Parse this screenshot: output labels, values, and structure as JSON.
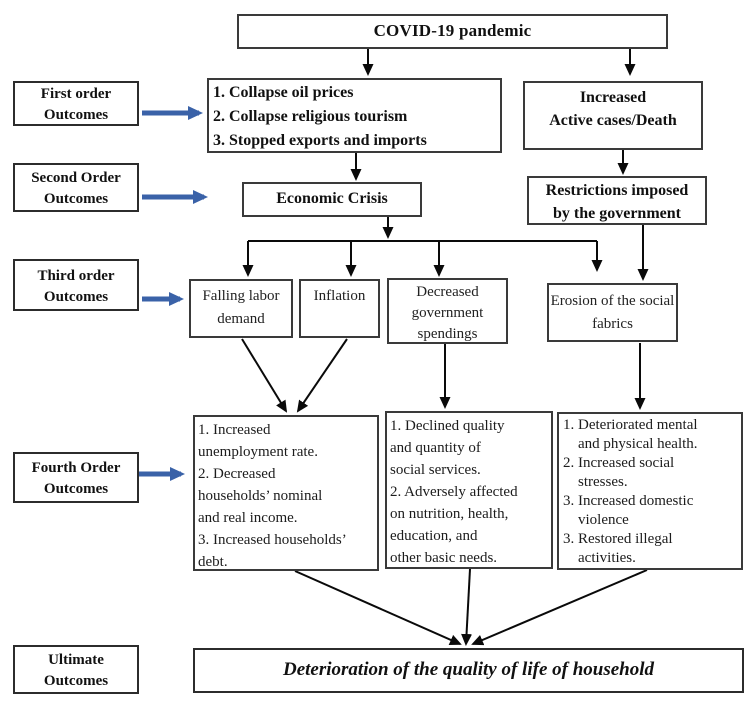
{
  "colors": {
    "accent_blue": "#3A62A8",
    "box_border": "#3a3a3a",
    "connector_black": "#0a0a0a"
  },
  "title_box": {
    "label": "COVID-19 pandemic"
  },
  "side_labels": {
    "first": {
      "line1": "First order",
      "line2": "Outcomes"
    },
    "second": {
      "line1": "Second Order",
      "line2": "Outcomes"
    },
    "third": {
      "line1": "Third order",
      "line2": "Outcomes"
    },
    "fourth": {
      "line1": "Fourth Order",
      "line2": "Outcomes"
    },
    "ultimate": {
      "line1": "Ultimate",
      "line2": "Outcomes"
    }
  },
  "first_order": {
    "economic_causes": {
      "items": [
        "1. Collapse oil prices",
        "2. Collapse religious tourism",
        "3. Stopped exports and imports"
      ]
    },
    "health": {
      "line1": "Increased",
      "line2": "Active cases/Death"
    }
  },
  "second_order": {
    "economic_crisis": "Economic Crisis",
    "restrictions": {
      "line1": "Restrictions imposed",
      "line2": "by the government"
    }
  },
  "third_order": {
    "falling_labor": "Falling labor demand",
    "inflation": "Inflation",
    "gov_spendings": "Decreased government spendings",
    "social_fabrics": "Erosion of the social fabrics"
  },
  "fourth_order": {
    "household_economy": {
      "lines": [
        "1. Increased",
        "unemployment rate.",
        "2. Decreased",
        "households’ nominal",
        "and real income.",
        "3. Increased households’",
        "debt."
      ]
    },
    "social_services": {
      "lines": [
        "1. Declined quality",
        "and quantity of",
        "social services.",
        "2. Adversely affected",
        "on nutrition, health,",
        "education, and",
        "other basic needs."
      ]
    },
    "wellbeing": {
      "lines": [
        "1. Deteriorated mental",
        "and physical health.",
        "2. Increased social",
        "stresses.",
        "3. Increased domestic",
        "violence",
        "3. Restored illegal",
        "activities."
      ]
    }
  },
  "ultimate": {
    "label": "Deterioration of the quality of life of household"
  }
}
